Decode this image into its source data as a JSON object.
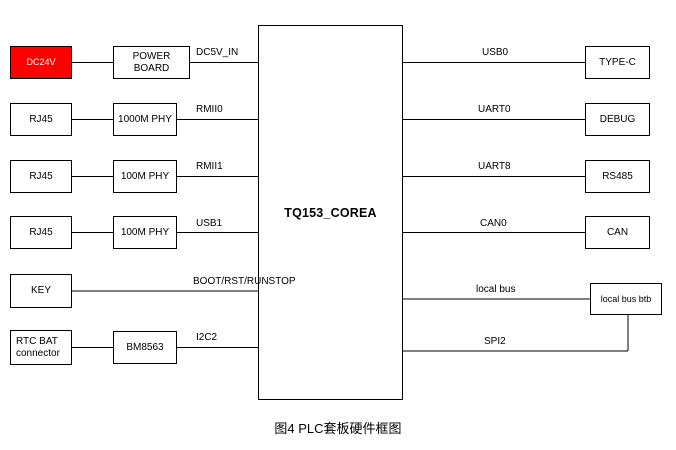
{
  "diagram": {
    "caption": "图4 PLC套板硬件框图",
    "core": {
      "label": "TQ153_COREA"
    },
    "left_column": [
      {
        "label": "DC24V"
      },
      {
        "label": "RJ45"
      },
      {
        "label": "RJ45"
      },
      {
        "label": "RJ45"
      },
      {
        "label": "KEY"
      },
      {
        "label": "RTC BAT connector"
      }
    ],
    "middle_column": [
      {
        "label": "POWER BOARD"
      },
      {
        "label": "1000M PHY"
      },
      {
        "label": "100M PHY"
      },
      {
        "label": "100M PHY"
      },
      {
        "label": "BM8563"
      }
    ],
    "right_column": [
      {
        "label": "TYPE-C"
      },
      {
        "label": "DEBUG"
      },
      {
        "label": "RS485"
      },
      {
        "label": "CAN"
      },
      {
        "label": "local bus btb"
      }
    ],
    "bus_labels_left": [
      {
        "label": "DC5V_IN"
      },
      {
        "label": "RMII0"
      },
      {
        "label": "RMII1"
      },
      {
        "label": "USB1"
      },
      {
        "label": "BOOT/RST/RUNSTOP"
      },
      {
        "label": "I2C2"
      }
    ],
    "bus_labels_right": [
      {
        "label": "USB0"
      },
      {
        "label": "UART0"
      },
      {
        "label": "UART8"
      },
      {
        "label": "CAN0"
      },
      {
        "label": "local bus"
      },
      {
        "label": "SPI2"
      }
    ],
    "colors": {
      "dc24v_fill": "#ff0000",
      "dc24v_text": "#ffffff",
      "box_border": "#000000",
      "wire": "#000000"
    }
  }
}
